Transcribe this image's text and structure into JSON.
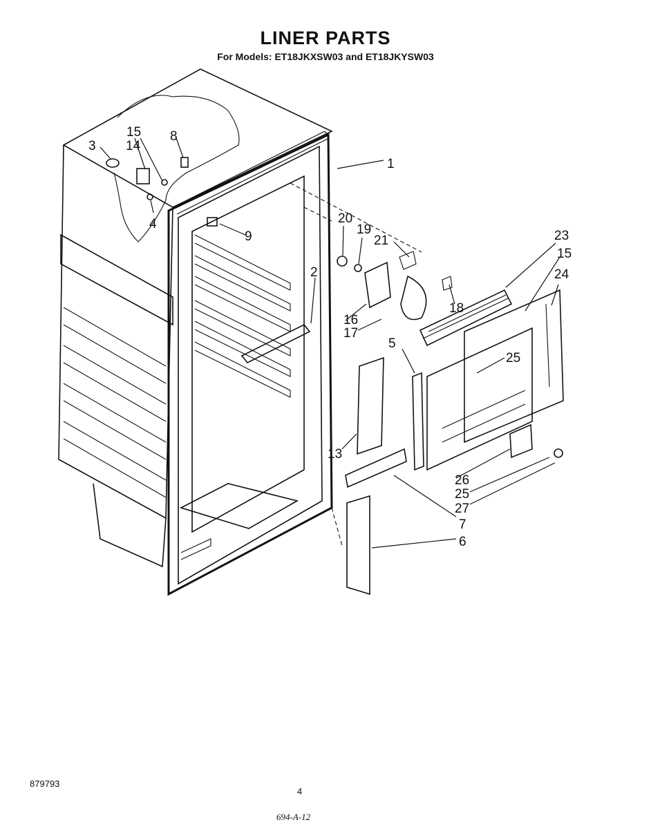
{
  "title": "LINER PARTS",
  "subtitle": "For Models: ET18JKXSW03 and ET18JKYSW03",
  "footer": {
    "doc_number": "879793",
    "page_number": "4",
    "handwritten_code": "694-A-12"
  },
  "callouts": {
    "c1": "1",
    "c2": "2",
    "c3": "3",
    "c4": "4",
    "c5": "5",
    "c6": "6",
    "c7": "7",
    "c8": "8",
    "c9": "9",
    "c13": "13",
    "c14": "14",
    "c15a": "15",
    "c15b": "15",
    "c16": "16",
    "c17": "17",
    "c18": "18",
    "c19": "19",
    "c20": "20",
    "c21": "21",
    "c23": "23",
    "c24": "24",
    "c25a": "25",
    "c25b": "25",
    "c26": "26",
    "c27": "27"
  }
}
